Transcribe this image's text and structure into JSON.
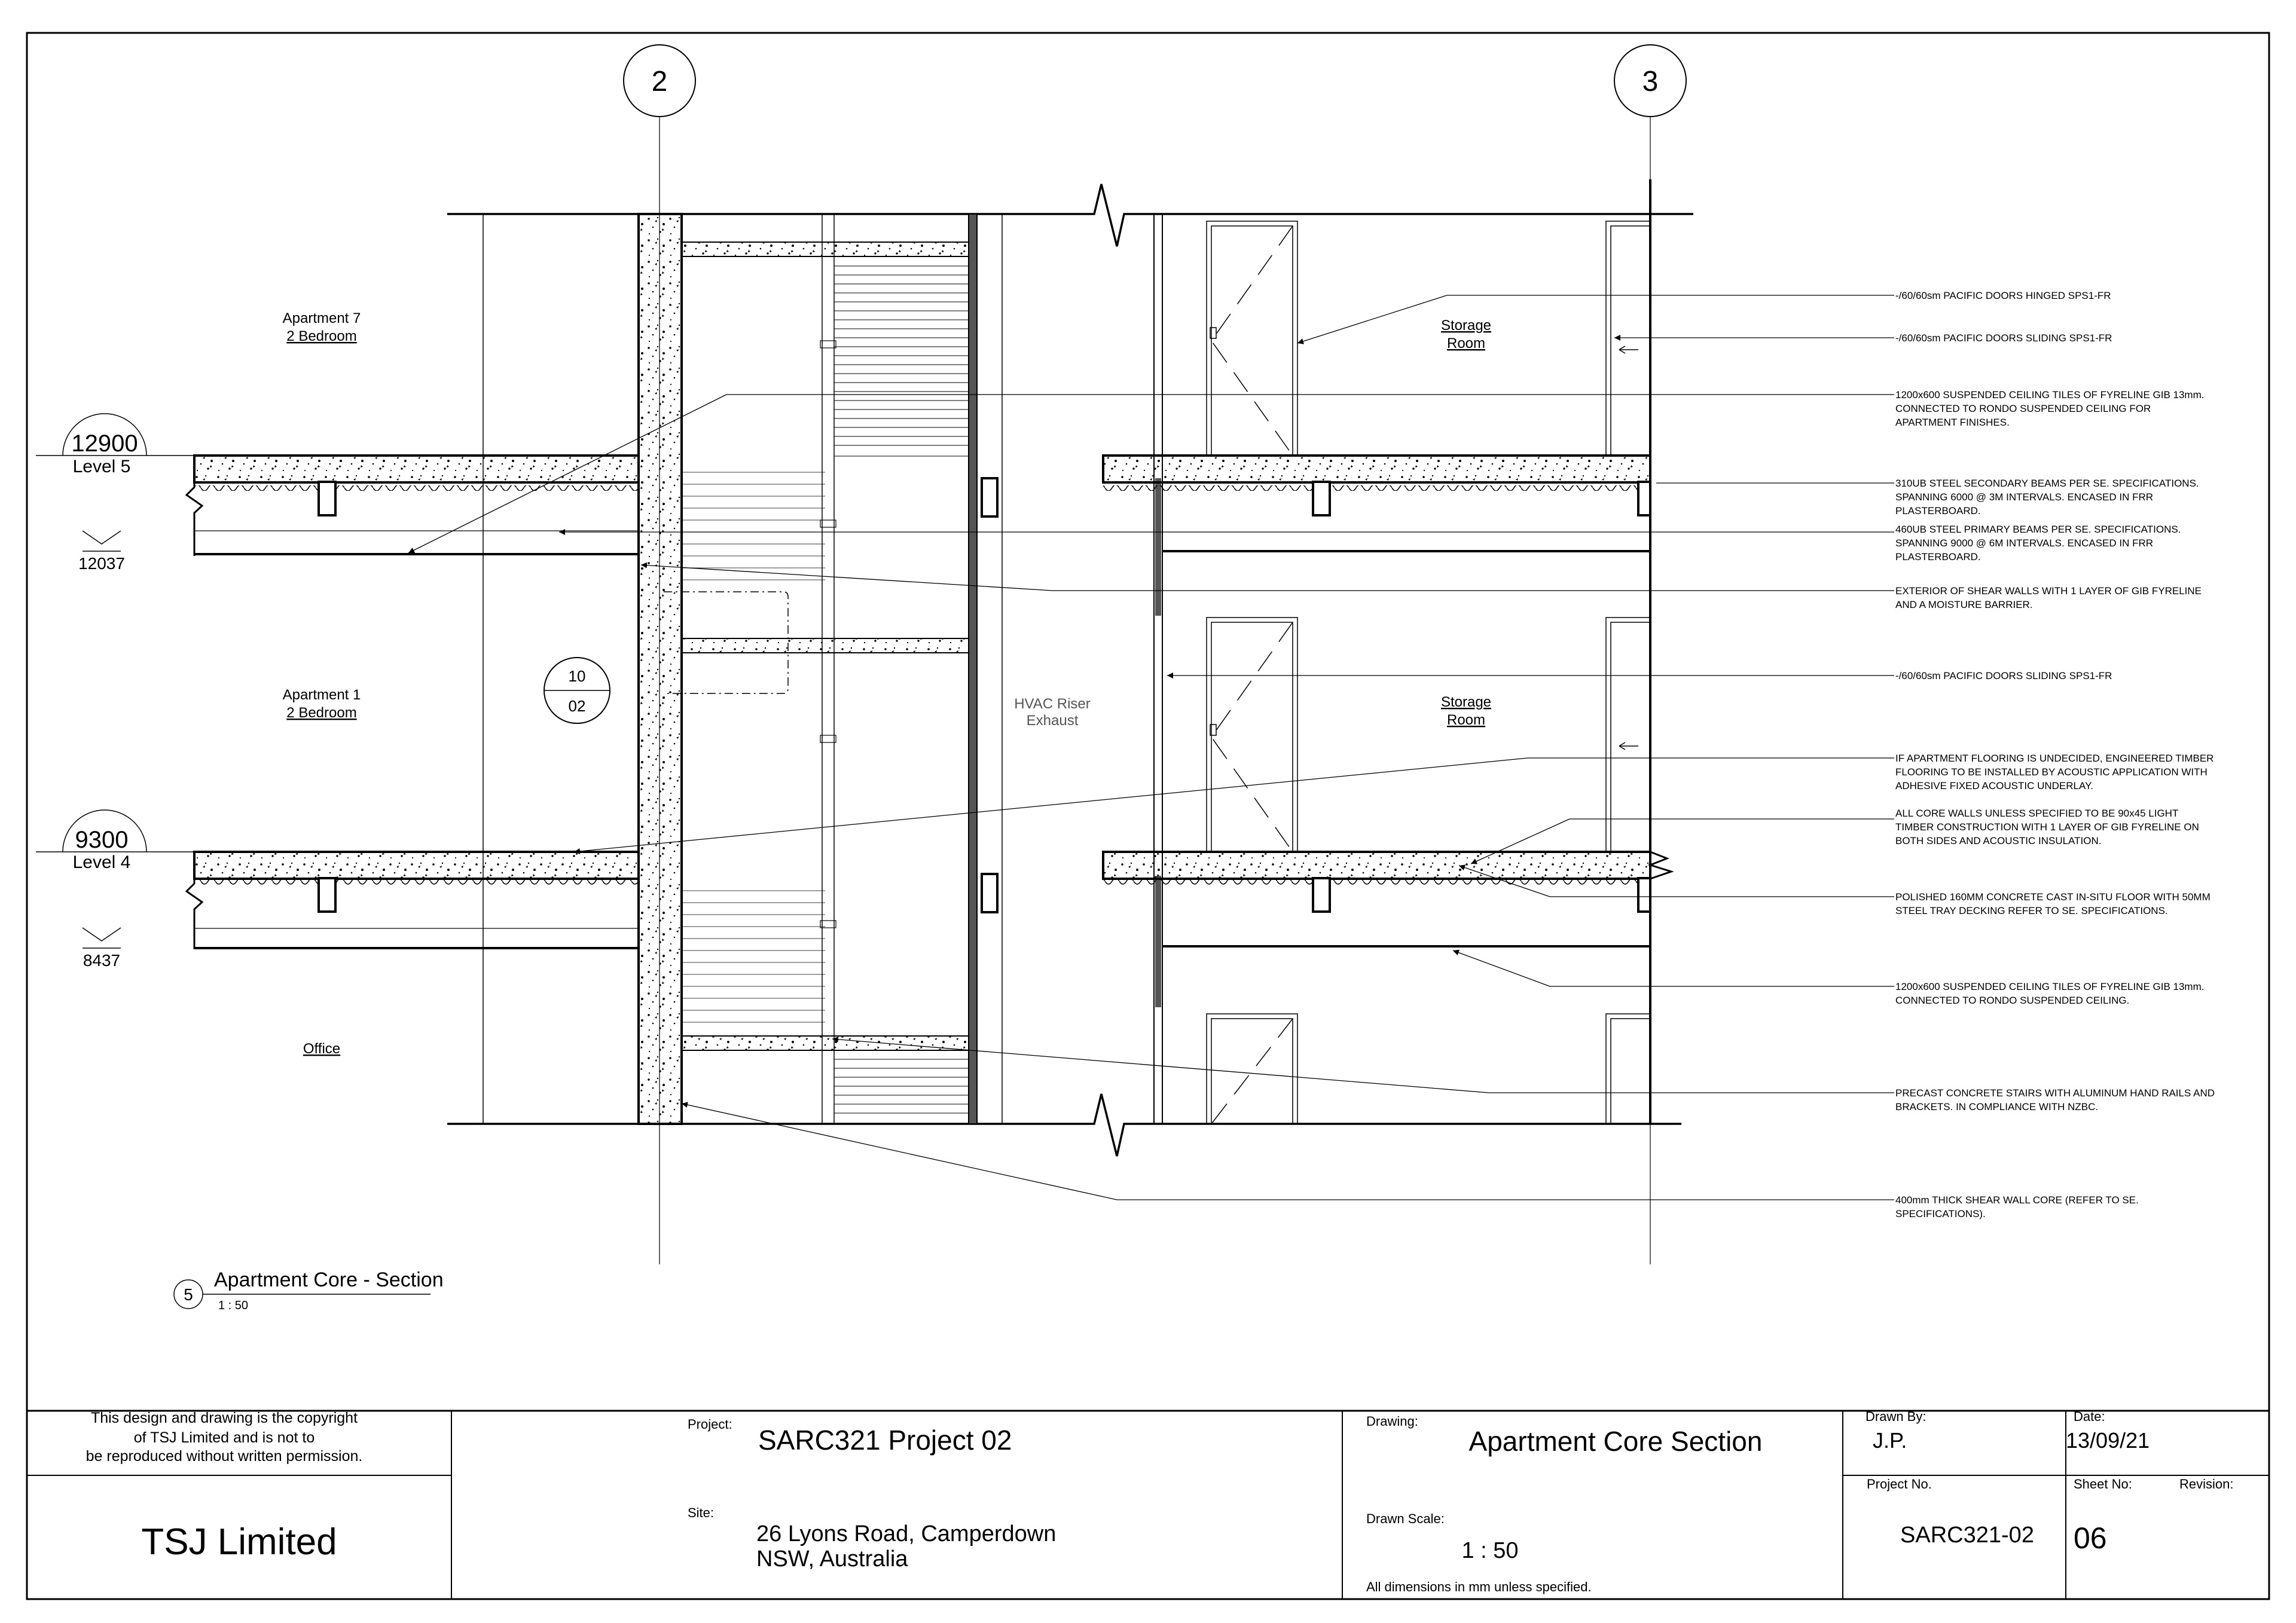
{
  "grid": [
    "2",
    "3"
  ],
  "levels": [
    {
      "elevation": "12900",
      "name": "Level 5",
      "below": "12037"
    },
    {
      "elevation": "9300",
      "name": "Level 4",
      "below": "8437"
    }
  ],
  "rooms": {
    "apt7_1": "Apartment 7",
    "apt7_2": "2 Bedroom",
    "apt1_1": "Apartment 1",
    "apt1_2": "2 Bedroom",
    "office": "Office",
    "storage_a1": "Storage",
    "storage_a2": "Room",
    "storage_b1": "Storage",
    "storage_b2": "Room",
    "hvac_1": "HVAC Riser",
    "hvac_2": "Exhaust"
  },
  "callout": {
    "top": "10",
    "bottom": "02"
  },
  "notes": [
    [
      "-/60/60sm PACIFIC DOORS HINGED SPS1-FR"
    ],
    [
      "-/60/60sm PACIFIC DOORS SLIDING SPS1-FR"
    ],
    [
      "1200x600 SUSPENDED CEILING TILES  OF FYRELINE GIB 13mm.",
      "CONNECTED TO RONDO SUSPENDED CEILING FOR",
      "APARTMENT FINISHES."
    ],
    [
      "310UB STEEL SECONDARY BEAMS PER SE. SPECIFICATIONS.",
      "SPANNING 6000 @ 3M INTERVALS. ENCASED IN FRR",
      "PLASTERBOARD."
    ],
    [
      "460UB STEEL PRIMARY BEAMS PER SE. SPECIFICATIONS.",
      "SPANNING 9000 @ 6M INTERVALS. ENCASED IN FRR",
      "PLASTERBOARD."
    ],
    [
      "EXTERIOR OF SHEAR WALLS WITH 1 LAYER OF GIB FYRELINE",
      "AND A MOISTURE BARRIER."
    ],
    [
      "-/60/60sm PACIFIC DOORS SLIDING SPS1-FR"
    ],
    [
      "IF APARTMENT FLOORING IS UNDECIDED, ENGINEERED TIMBER",
      "FLOORING TO BE INSTALLED BY ACOUSTIC APPLICATION WITH",
      "ADHESIVE FIXED ACOUSTIC UNDERLAY."
    ],
    [
      "ALL CORE WALLS UNLESS SPECIFIED TO BE 90x45 LIGHT",
      "TIMBER CONSTRUCTION WITH 1 LAYER OF GIB FYRELINE ON",
      "BOTH SIDES AND ACOUSTIC INSULATION."
    ],
    [
      "POLISHED 160MM CONCRETE CAST IN-SITU FLOOR WITH 50MM",
      "STEEL TRAY DECKING REFER TO SE. SPECIFICATIONS."
    ],
    [
      "1200x600 SUSPENDED CEILING TILES  OF FYRELINE GIB 13mm.",
      "CONNECTED TO RONDO SUSPENDED CEILING."
    ],
    [
      "PRECAST CONCRETE STAIRS WITH ALUMINUM HAND RAILS AND",
      "BRACKETS. IN COMPLIANCE WITH NZBC."
    ],
    [
      "400mm THICK SHEAR WALL CORE (REFER TO SE.",
      "SPECIFICATIONS)."
    ]
  ],
  "view": {
    "number": "5",
    "title": "Apartment Core - Section",
    "scale": "1 : 50"
  },
  "titleblock": {
    "copyright_1": "This design and drawing is the copyright",
    "copyright_2": "of TSJ Limited and is not to",
    "copyright_3": "be reproduced without written permission.",
    "company": "TSJ Limited",
    "project_label": "Project:",
    "project": "SARC321 Project 02",
    "site_label": "Site:",
    "site_1": "26 Lyons Road, Camperdown",
    "site_2": "NSW, Australia",
    "drawing_label": "Drawing:",
    "drawing": "Apartment Core Section",
    "scale_label": "Drawn Scale:",
    "scale": "1 : 50",
    "dims_note": "All dimensions in mm unless specified.",
    "drawn_by_label": "Drawn By:",
    "drawn_by": "J.P.",
    "date_label": "Date:",
    "date": "13/09/21",
    "project_no_label": "Project No.",
    "project_no": "SARC321-02",
    "sheet_label": "Sheet No:",
    "revision_label": "Revision:",
    "sheet": "06"
  }
}
